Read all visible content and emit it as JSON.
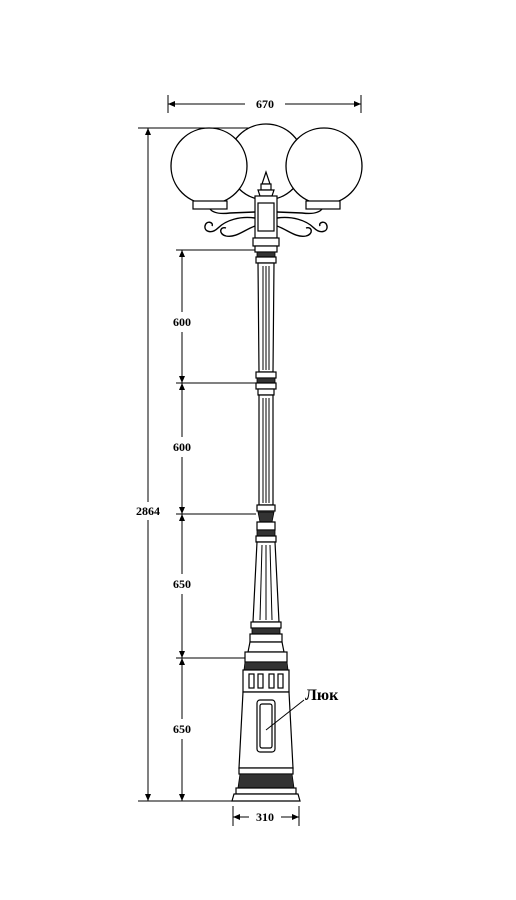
{
  "dimensions": {
    "top_width": "670",
    "total_height": "2864",
    "segments": [
      "600",
      "600",
      "650",
      "650"
    ],
    "base_width": "310"
  },
  "callout": {
    "hatch_label": "Люк"
  }
}
